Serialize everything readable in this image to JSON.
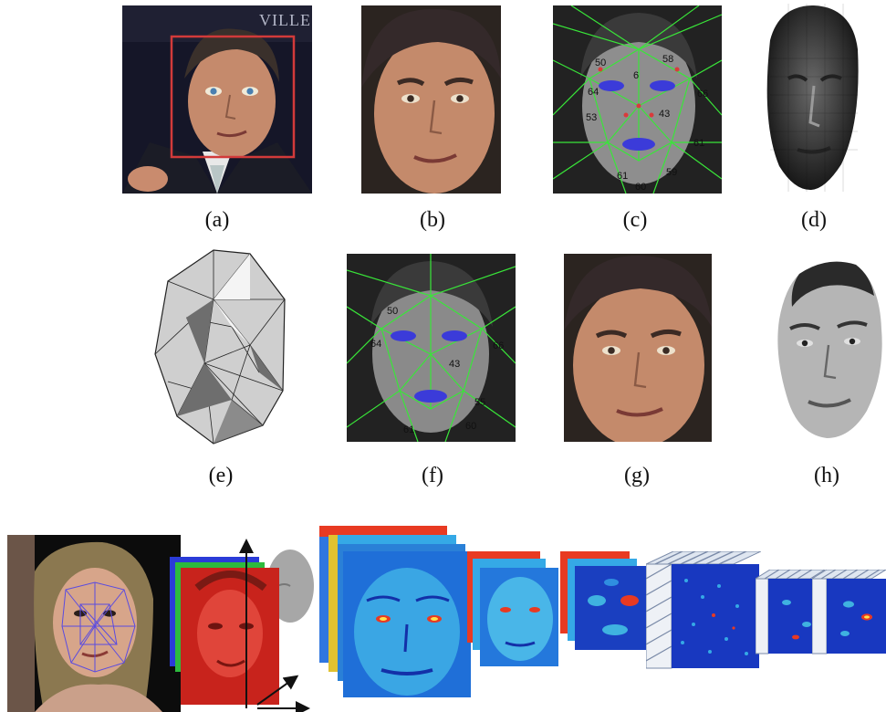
{
  "figure": {
    "panels": [
      {
        "id": "a",
        "label": "(a)",
        "content": "detected face with bounding box"
      },
      {
        "id": "b",
        "label": "(b)",
        "content": "cropped face"
      },
      {
        "id": "c",
        "label": "(c)",
        "content": "67 fiducial points with triangulation"
      },
      {
        "id": "d",
        "label": "(d)",
        "content": "3D generic shape model"
      },
      {
        "id": "e",
        "label": "(e)",
        "content": "3D triangle visibility"
      },
      {
        "id": "f",
        "label": "(f)",
        "content": "fiducial points on warped face"
      },
      {
        "id": "g",
        "label": "(g)",
        "content": "2D aligned crop"
      },
      {
        "id": "h",
        "label": "(h)",
        "content": "frontalized face"
      }
    ],
    "fiducial_labels": [
      "50",
      "58",
      "64",
      "6",
      "66",
      "43",
      "53",
      "52",
      "55",
      "61",
      "59",
      "60"
    ],
    "colors": {
      "bbox": "#d23a3a",
      "mesh_green": "#39e639",
      "fiducial_blue": "#3b3bd9",
      "fiducial_red": "#d93b3b",
      "feature_map_low": "#1330a8",
      "feature_map_mid": "#3fb2e0",
      "feature_map_high": "#e83a22"
    }
  }
}
